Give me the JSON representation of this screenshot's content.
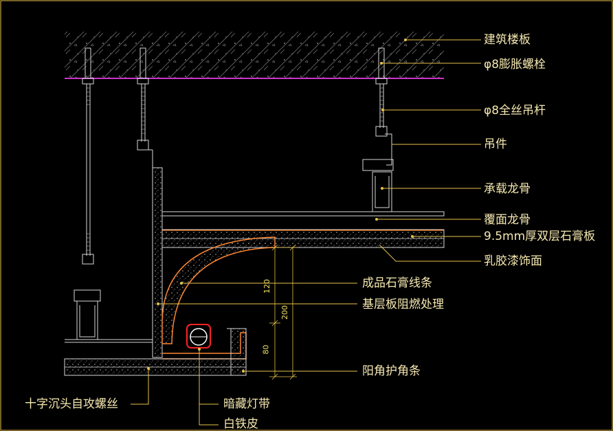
{
  "colors": {
    "background": "#000000",
    "leader": "#e8c24a",
    "label_text": "#f5e8b0",
    "slab_line": "#cc33cc",
    "gypsum_edge": "#ff8833",
    "hardware": "#d8d8d8"
  },
  "labels": {
    "building_slab": "建筑楼板",
    "expansion_bolt": "φ8膨胀螺栓",
    "threaded_rod": "φ8全丝吊杆",
    "hanger": "吊件",
    "main_keel": "承载龙骨",
    "cover_keel": "覆面龙骨",
    "gypsum_board": "9.5mm厚双层石膏板",
    "latex_paint": "乳胶漆饰面",
    "gypsum_molding": "成品石膏线条",
    "fireproof_base": "基层板阻燃处理",
    "corner_bead": "阳角护角条",
    "self_tapping_screw": "十字沉头自攻螺丝",
    "hidden_light": "暗藏灯带",
    "white_iron": "白铁皮"
  },
  "dimensions": {
    "upper": "120",
    "total": "200",
    "lower": "80"
  }
}
